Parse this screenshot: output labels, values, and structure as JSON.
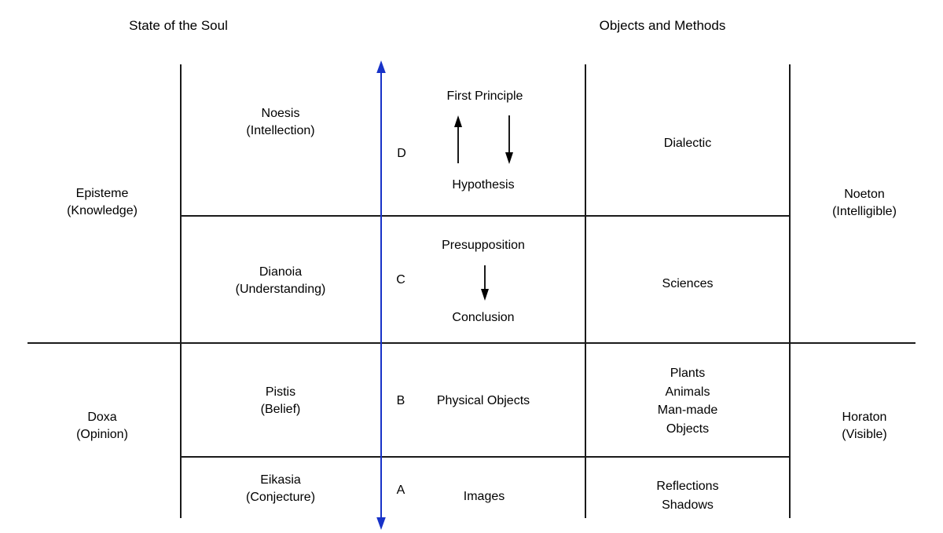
{
  "headers": {
    "left": "State of the Soul",
    "right": "Objects and Methods"
  },
  "left_labels": {
    "episteme": {
      "line1": "Episteme",
      "line2": "(Knowledge)"
    },
    "doxa": {
      "line1": "Doxa",
      "line2": "(Opinion)"
    }
  },
  "right_labels": {
    "noeton": {
      "line1": "Noeton",
      "line2": "(Intelligible)"
    },
    "horaton": {
      "line1": "Horaton",
      "line2": "(Visible)"
    }
  },
  "segments": {
    "d": {
      "letter": "D",
      "soul": {
        "line1": "Noesis",
        "line2": "(Intellection)"
      },
      "process": {
        "top": "First Principle",
        "bottom": "Hypothesis"
      },
      "method": "Dialectic"
    },
    "c": {
      "letter": "C",
      "soul": {
        "line1": "Dianoia",
        "line2": "(Understanding)"
      },
      "process": {
        "top": "Presupposition",
        "bottom": "Conclusion"
      },
      "method": "Sciences"
    },
    "b": {
      "letter": "B",
      "soul": {
        "line1": "Pistis",
        "line2": "(Belief)"
      },
      "objects": "Physical Objects",
      "methods": [
        "Plants",
        "Animals",
        "Man-made",
        "Objects"
      ]
    },
    "a": {
      "letter": "A",
      "soul": {
        "line1": "Eikasia",
        "line2": "(Conjecture)"
      },
      "objects": "Images",
      "methods": [
        "Reflections",
        "Shadows"
      ]
    }
  },
  "icons": {
    "divided_line_arrow": "blue vertical double-headed arrow",
    "ascent_arrow": "upward arrow from Hypothesis to First Principle",
    "descent_arrow": "downward arrow from First Principle to Hypothesis",
    "deduction_arrow": "downward arrow from Presupposition to Conclusion"
  },
  "colors": {
    "background": "#ffffff",
    "line": "#1a1a1a",
    "text": "#000000",
    "blue_arrow": "#1732c8"
  }
}
